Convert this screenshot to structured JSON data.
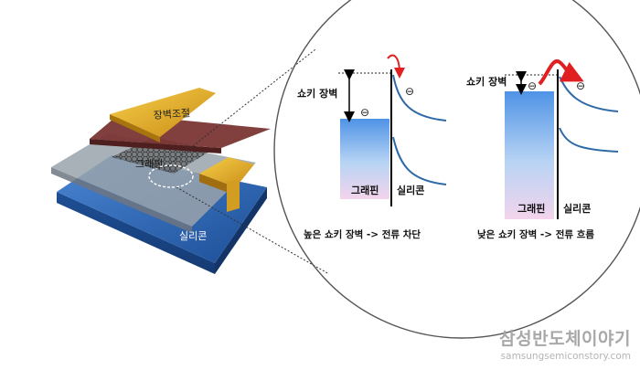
{
  "device": {
    "gate_label": "장벽조절",
    "graphene_label": "그래핀",
    "silicon_label": "실리콘"
  },
  "band_left": {
    "barrier_label": "쇼키 장벽",
    "graphene_label": "그래핀",
    "silicon_label": "실리콘",
    "electron_symbol": "⊖",
    "caption": "높은 쇼키 장벽 -> 전류 차단"
  },
  "band_right": {
    "barrier_label": "쇼키 장벽",
    "graphene_label": "그래핀",
    "silicon_label": "실리콘",
    "electron_symbol": "⊖",
    "caption": "낮은 쇼키 장벽 -> 전류 흐름"
  },
  "watermark": {
    "title": "삼성반도체이야기",
    "url": "samsungsemiconstory.com"
  },
  "colors": {
    "silicon_blue": "#2f66b0",
    "gold": "#e0a82a",
    "maroon": "#7a3534",
    "band_curve": "#2e6aa8",
    "arrow_red": "#e02020"
  }
}
